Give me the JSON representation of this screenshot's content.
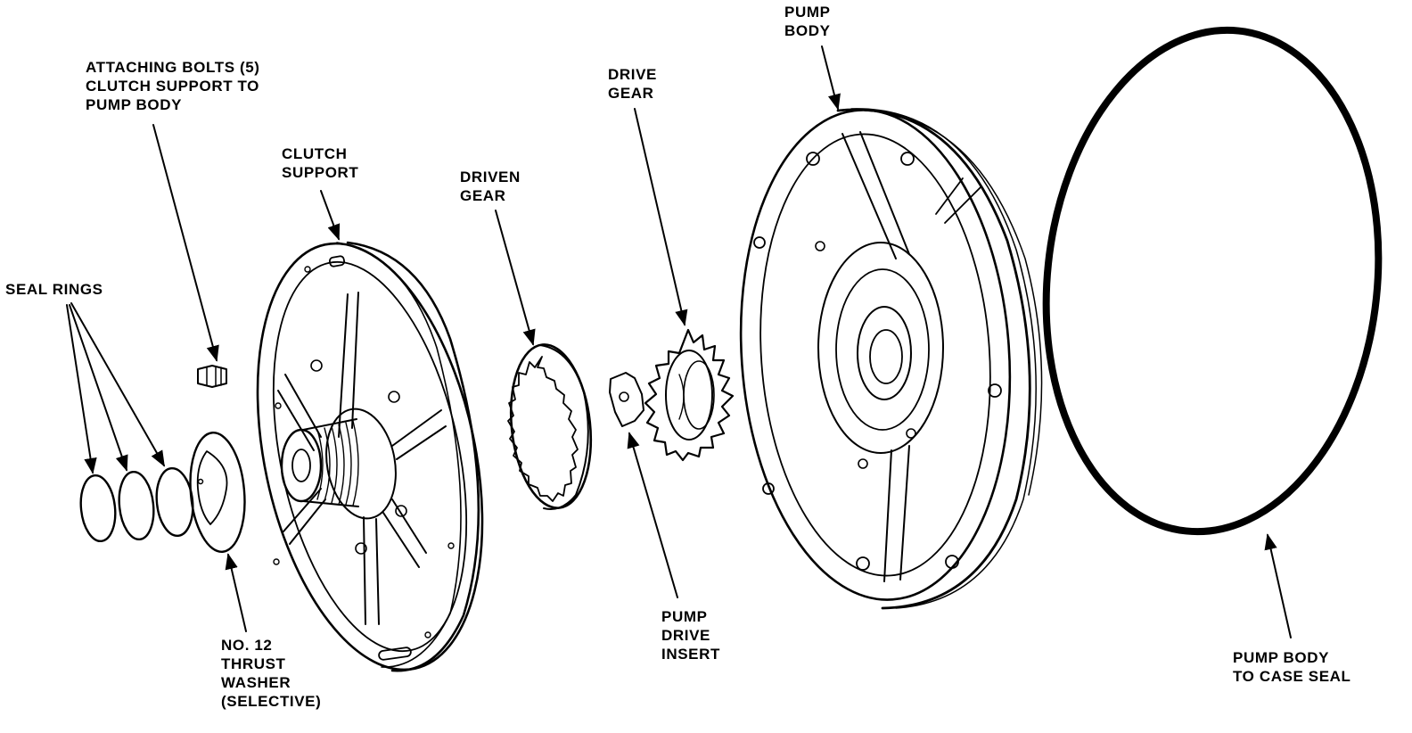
{
  "labels": {
    "attaching_bolts": [
      "ATTACHING BOLTS (5)",
      "CLUTCH SUPPORT TO",
      "PUMP BODY"
    ],
    "clutch_support": [
      "CLUTCH",
      "SUPPORT"
    ],
    "seal_rings": [
      "SEAL RINGS"
    ],
    "driven_gear": [
      "DRIVEN",
      "GEAR"
    ],
    "drive_gear": [
      "DRIVE",
      "GEAR"
    ],
    "pump_body": [
      "PUMP",
      "BODY"
    ],
    "thrust_washer": [
      "NO. 12",
      "THRUST",
      "WASHER",
      "(SELECTIVE)"
    ],
    "pump_drive_insert": [
      "PUMP",
      "DRIVE",
      "INSERT"
    ],
    "pump_body_to_case_seal": [
      "PUMP BODY",
      "TO CASE SEAL"
    ]
  },
  "colors": {
    "line": "#000000",
    "background": "#ffffff"
  }
}
